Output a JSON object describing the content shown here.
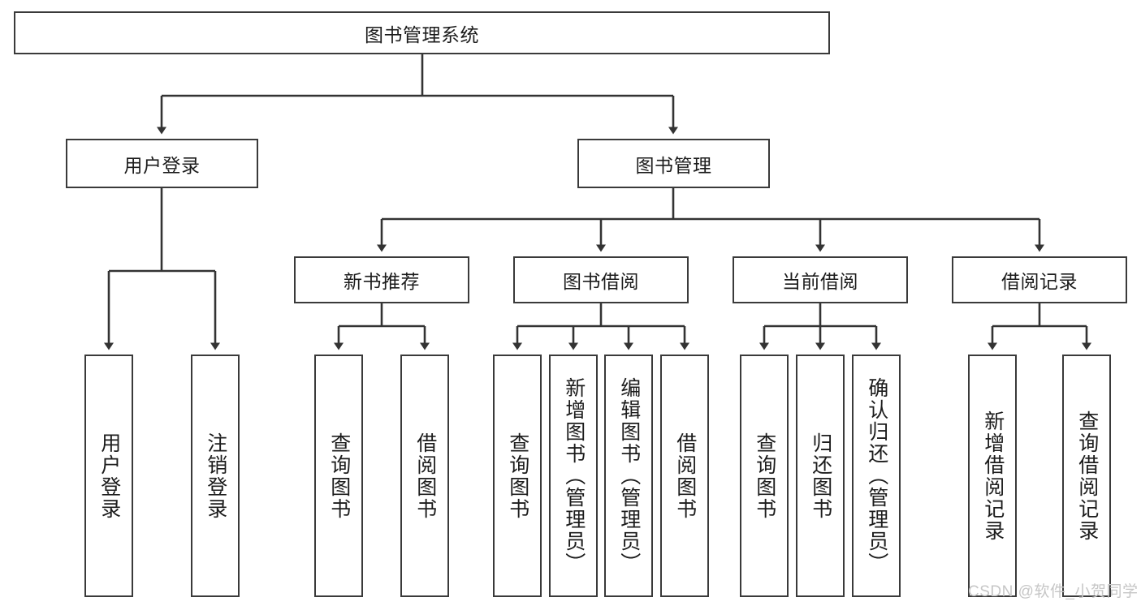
{
  "diagram": {
    "title": "图书管理系统",
    "type": "tree",
    "orientation": "top-down",
    "colors": {
      "box_border": "#3a3a3a",
      "box_fill": "#ffffff",
      "connector": "#333333",
      "text": "#1c1c1c",
      "watermark": "#c6c6c6",
      "background": "#ffffff"
    },
    "root": {
      "label": "图书管理系统"
    },
    "level1": [
      {
        "label": "用户登录"
      },
      {
        "label": "图书管理"
      }
    ],
    "level2": [
      {
        "label": "新书推荐"
      },
      {
        "label": "图书借阅"
      },
      {
        "label": "当前借阅"
      },
      {
        "label": "借阅记录"
      }
    ],
    "leaves": {
      "user_login": [
        {
          "label": "用户登录"
        },
        {
          "label": "注销登录"
        }
      ],
      "new_book_recommend": [
        {
          "label": "查询图书"
        },
        {
          "label": "借阅图书"
        }
      ],
      "book_borrow": [
        {
          "label": "查询图书"
        },
        {
          "label": "新增图书（管理员）"
        },
        {
          "label": "编辑图书（管理员）"
        },
        {
          "label": "借阅图书"
        }
      ],
      "current_borrow": [
        {
          "label": "查询图书"
        },
        {
          "label": "归还图书"
        },
        {
          "label": "确认归还（管理员）"
        }
      ],
      "borrow_record": [
        {
          "label": "新增借阅记录"
        },
        {
          "label": "查询借阅记录"
        }
      ]
    }
  },
  "watermark": {
    "text": "CSDN @软件_小贺同学"
  }
}
